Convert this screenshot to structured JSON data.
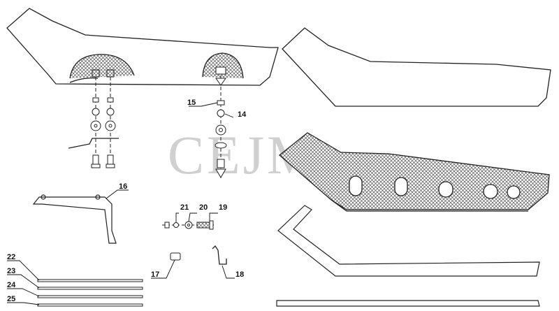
{
  "watermark": "CEJM",
  "callouts": [
    {
      "id": "c14",
      "text": "14"
    },
    {
      "id": "c15",
      "text": "15"
    },
    {
      "id": "c16",
      "text": "16"
    },
    {
      "id": "c17",
      "text": "17"
    },
    {
      "id": "c18",
      "text": "18"
    },
    {
      "id": "c19",
      "text": "19"
    },
    {
      "id": "c20",
      "text": "20"
    },
    {
      "id": "c21",
      "text": "21"
    },
    {
      "id": "c22",
      "text": "22"
    },
    {
      "id": "c23",
      "text": "23"
    },
    {
      "id": "c24",
      "text": "24"
    },
    {
      "id": "c25",
      "text": "25"
    }
  ],
  "colors": {
    "line": "#222222",
    "mesh": "#444444",
    "watermark": "#d0d0d0"
  }
}
